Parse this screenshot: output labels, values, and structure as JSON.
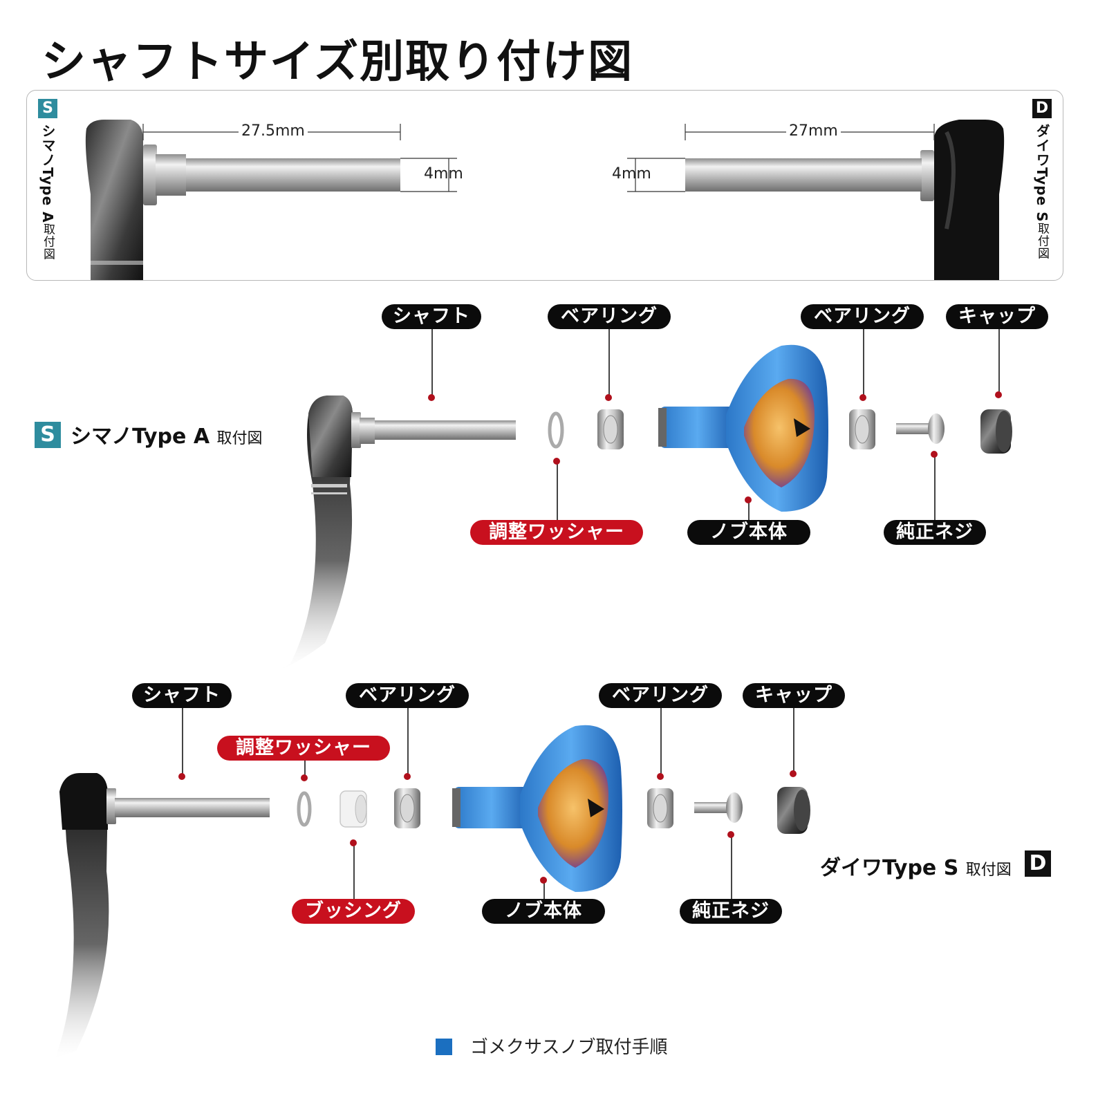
{
  "title": "シャフトサイズ別取り付け図",
  "top_panel": {
    "left": {
      "badge": "S",
      "label": "シマノType A",
      "suffix": "取付図",
      "length": "27.5mm",
      "diameter": "4mm"
    },
    "right": {
      "badge": "D",
      "label": "ダイワType S",
      "suffix": "取付図",
      "length": "27mm",
      "diameter": "4mm"
    }
  },
  "shimano_section": {
    "badge": "S",
    "label": "シマノType A",
    "suffix": "取付図",
    "parts": {
      "shaft": "シャフト",
      "bearing_1": "ベアリング",
      "bearing_2": "ベアリング",
      "cap": "キャップ",
      "washer": "調整ワッシャー",
      "knob_body": "ノブ本体",
      "screw": "純正ネジ"
    }
  },
  "daiwa_section": {
    "badge": "D",
    "label": "ダイワType S",
    "suffix": "取付図",
    "parts": {
      "shaft": "シャフト",
      "bearing_1": "ベアリング",
      "bearing_2": "ベアリング",
      "cap": "キャップ",
      "washer": "調整ワッシャー",
      "bushing": "ブッシング",
      "knob_body": "ノブ本体",
      "screw": "純正ネジ"
    }
  },
  "legend": {
    "text": "ゴメクサスノブ取付手順",
    "color": "#1b6fc0"
  },
  "colors": {
    "shimano": "#2e8c9e",
    "daiwa": "#111111",
    "red_label": "#c8101e",
    "dot": "#b0101c"
  }
}
